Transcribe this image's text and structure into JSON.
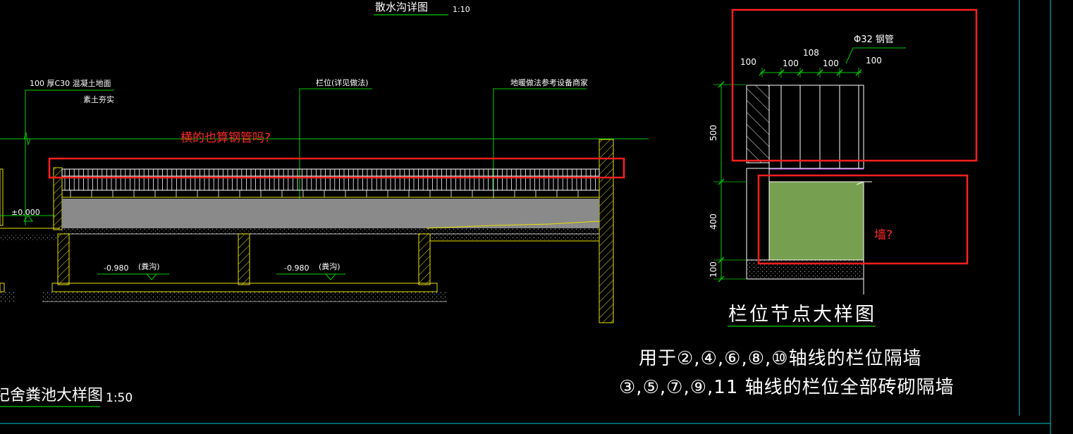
{
  "colors": {
    "background": "#000000",
    "line_white": "#ffffff",
    "line_green": "#00cc00",
    "line_yellow": "#e8e000",
    "annotation_red": "#ff2020",
    "frame_cyan": "#00c8d0",
    "concrete_gray": "#8a8a8a",
    "wall_fill_green": "#76a050"
  },
  "titles": {
    "top_detail": "散水沟详图",
    "top_detail_scale": "1:10",
    "main_section": "圮舍粪池大样图",
    "main_section_scale": "1:50",
    "node_detail": "栏位节点大样图"
  },
  "section_labels": {
    "floor_spec_a": "100  厚C30  混凝土地面",
    "floor_spec_b": "素土夯实",
    "stall": "栏位(详见做法)",
    "heating": "地暖做法参考设备商家",
    "elev_zero": "±0.000",
    "pit_left_elev": "-0.980",
    "pit_left_name": "(粪沟)",
    "pit_right_elev": "-0.980",
    "pit_right_name": "(粪沟)"
  },
  "detail_labels": {
    "pipe_spec": "Φ32  钢管",
    "dim_top": [
      "100",
      "100",
      "108",
      "100",
      "100"
    ],
    "dim_left": [
      "500",
      "400",
      "100"
    ]
  },
  "annotations": {
    "question_pipe": "横的也算钢管吗?",
    "question_wall": "墙?"
  },
  "notes": {
    "line1": "用于②,④,⑥,⑧,⑩轴线的栏位隔墙",
    "line2": "③,⑤,⑦,⑨,11 轴线的栏位全部砖砌隔墙"
  }
}
